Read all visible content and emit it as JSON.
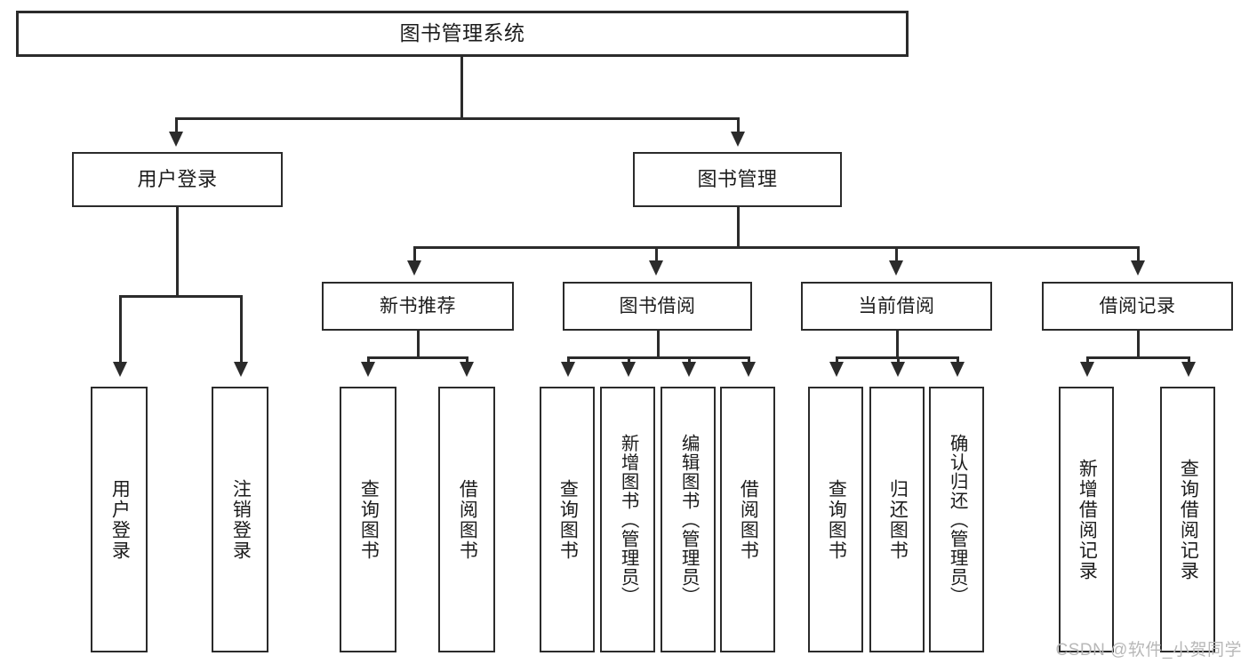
{
  "diagram": {
    "title": "图书管理系统",
    "watermark": "CSDN @软件_小贺同学",
    "colors": {
      "stroke": "#2b2b2b",
      "background": "#ffffff",
      "text": "#1c1c1c",
      "watermark": "#b8b8b8"
    },
    "root": {
      "label": "图书管理系统"
    },
    "level1": [
      {
        "label": "用户登录"
      },
      {
        "label": "图书管理"
      }
    ],
    "level2": [
      {
        "label": "新书推荐"
      },
      {
        "label": "图书借阅"
      },
      {
        "label": "当前借阅"
      },
      {
        "label": "借阅记录"
      }
    ],
    "leaves": {
      "user_login": [
        {
          "label": "用户登录"
        },
        {
          "label": "注销登录"
        }
      ],
      "new_book_recommend": [
        {
          "label": "查询图书"
        },
        {
          "label": "借阅图书"
        }
      ],
      "book_borrow": [
        {
          "label": "查询图书"
        },
        {
          "label": "新增图书（管理员）"
        },
        {
          "label": "编辑图书（管理员）"
        },
        {
          "label": "借阅图书"
        }
      ],
      "current_borrow": [
        {
          "label": "查询图书"
        },
        {
          "label": "归还图书"
        },
        {
          "label": "确认归还（管理员）"
        }
      ],
      "borrow_record": [
        {
          "label": "新增借阅记录"
        },
        {
          "label": "查询借阅记录"
        }
      ]
    }
  }
}
